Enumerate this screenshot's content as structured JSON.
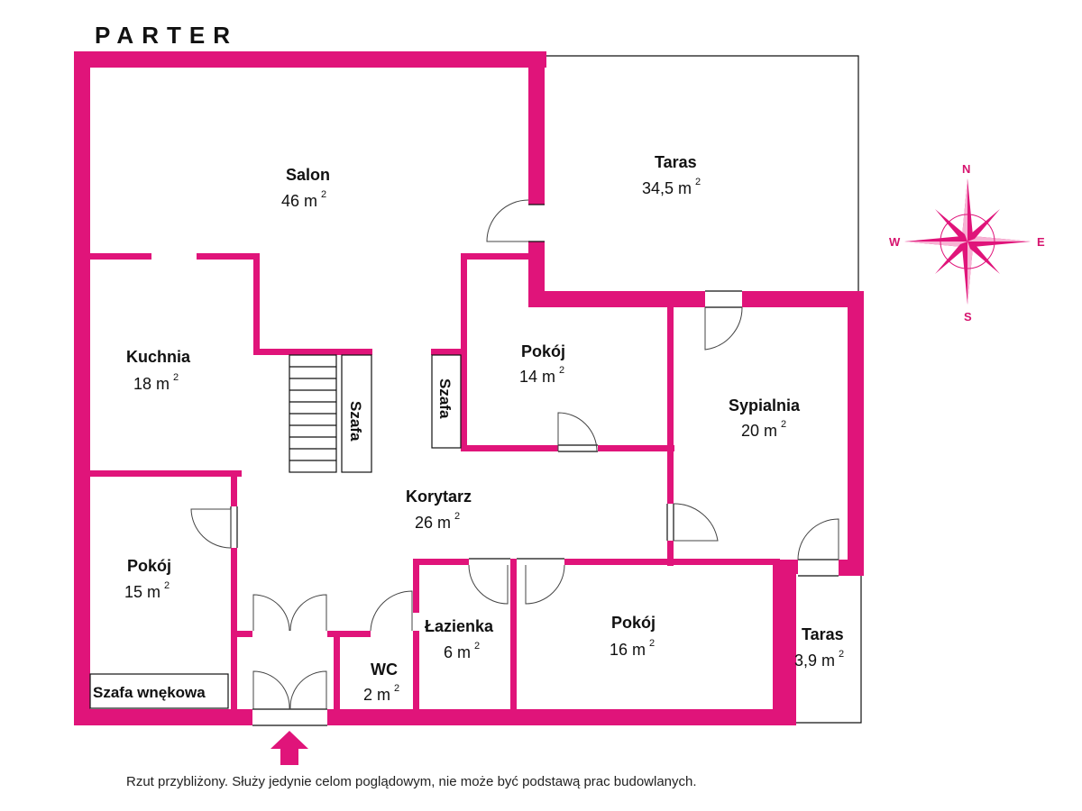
{
  "title": "PARTER",
  "rooms": {
    "salon": {
      "name": "Salon",
      "area": "46 m",
      "unit_exp": "2"
    },
    "taras_big": {
      "name": "Taras",
      "area": "34,5 m",
      "unit_exp": "2"
    },
    "kuchnia": {
      "name": "Kuchnia",
      "area": "18 m",
      "unit_exp": "2"
    },
    "pokoj14": {
      "name": "Pokój",
      "area": "14 m",
      "unit_exp": "2"
    },
    "sypialnia": {
      "name": "Sypialnia",
      "area": "20 m",
      "unit_exp": "2"
    },
    "korytarz": {
      "name": "Korytarz",
      "area": "26 m",
      "unit_exp": "2"
    },
    "pokoj15": {
      "name": "Pokój",
      "area": "15 m",
      "unit_exp": "2"
    },
    "lazienka": {
      "name": "Łazienka",
      "area": "6 m",
      "unit_exp": "2"
    },
    "pokoj16": {
      "name": "Pokój",
      "area": "16 m",
      "unit_exp": "2"
    },
    "wc": {
      "name": "WC",
      "area": "2 m",
      "unit_exp": "2"
    },
    "taras_small": {
      "name": "Taras",
      "area": "3,9 m",
      "unit_exp": "2"
    }
  },
  "furniture": {
    "szafa_stairs": "Szafa",
    "szafa_pokoj": "Szafa",
    "szafa_wnekowa": "Szafa wnękowa"
  },
  "compass": {
    "n": "N",
    "e": "E",
    "s": "S",
    "w": "W"
  },
  "disclaimer": "Rzut przybliżony. Służy jedynie celom poglądowym, nie może być podstawą prac budowlanych.",
  "colors": {
    "wall": "#e0147a",
    "background": "#ffffff"
  }
}
